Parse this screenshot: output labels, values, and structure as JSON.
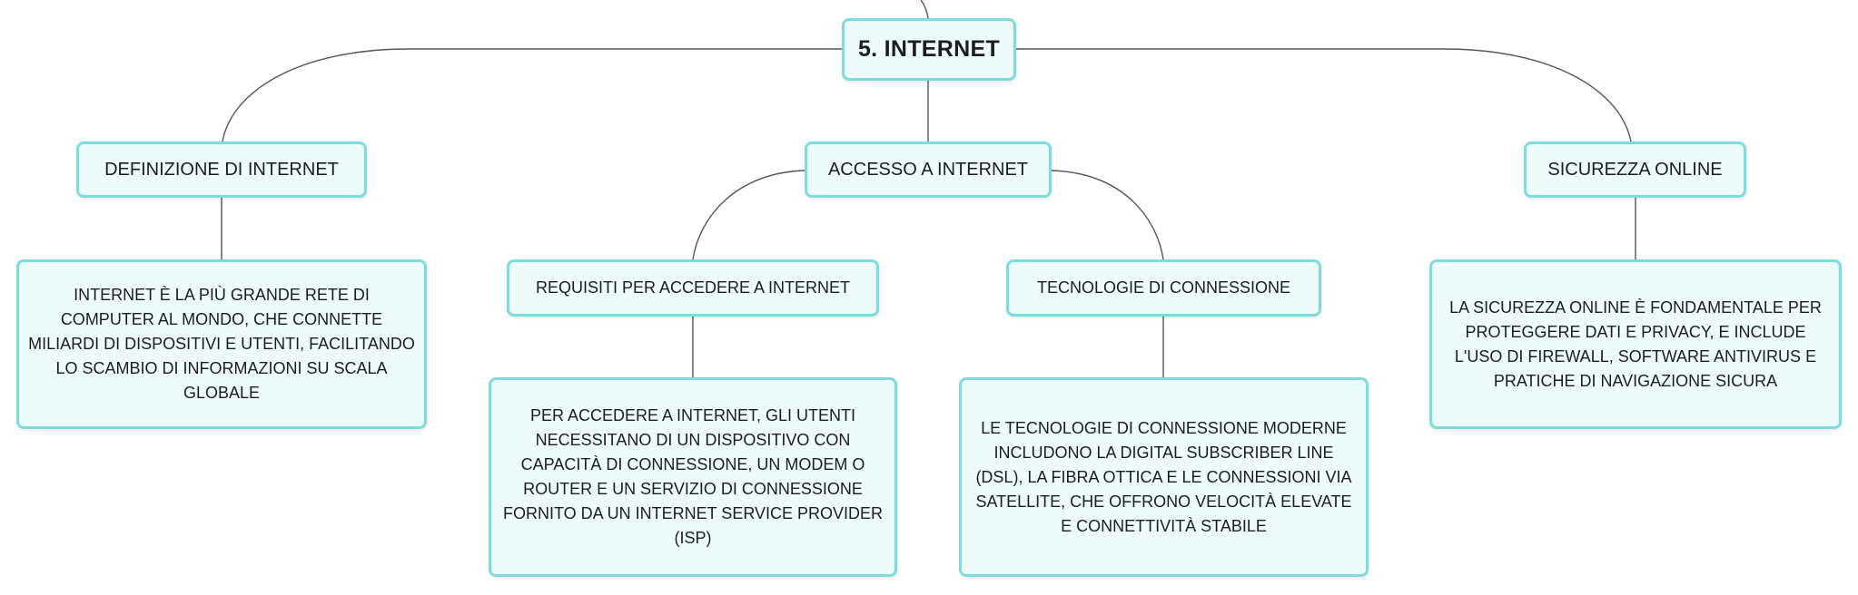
{
  "diagram": {
    "type": "mind-map",
    "accent_color": "#7ddcdc",
    "fill_color": "#eefbfb",
    "line_color": "#555555",
    "root": {
      "label": "5. INTERNET"
    },
    "branches": {
      "definizione": {
        "label": "DEFINIZIONE DI INTERNET",
        "detail": "INTERNET È LA PIÙ GRANDE RETE DI COMPUTER AL MONDO, CHE CONNETTE MILIARDI DI DISPOSITIVI E UTENTI, FACILITANDO LO SCAMBIO DI INFORMAZIONI SU SCALA GLOBALE"
      },
      "accesso": {
        "label": "ACCESSO A INTERNET",
        "requisiti": {
          "label": "REQUISITI PER ACCEDERE A INTERNET",
          "detail": "PER ACCEDERE A INTERNET, GLI UTENTI NECESSITANO DI UN DISPOSITIVO CON CAPACITÀ DI CONNESSIONE, UN MODEM O ROUTER E UN SERVIZIO DI CONNESSIONE FORNITO DA UN INTERNET SERVICE PROVIDER (ISP)"
        },
        "tecnologie": {
          "label": "TECNOLOGIE DI CONNESSIONE",
          "detail": "LE TECNOLOGIE DI CONNESSIONE MODERNE INCLUDONO LA DIGITAL SUBSCRIBER LINE (DSL), LA FIBRA OTTICA E LE CONNESSIONI VIA SATELLITE, CHE OFFRONO VELOCITÀ ELEVATE E CONNETTIVITÀ STABILE"
        }
      },
      "sicurezza": {
        "label": "SICUREZZA ONLINE",
        "detail": "LA SICUREZZA ONLINE È FONDAMENTALE PER PROTEGGERE DATI E PRIVACY, E INCLUDE L'USO DI FIREWALL, SOFTWARE ANTIVIRUS E PRATICHE DI NAVIGAZIONE SICURA"
      }
    }
  }
}
